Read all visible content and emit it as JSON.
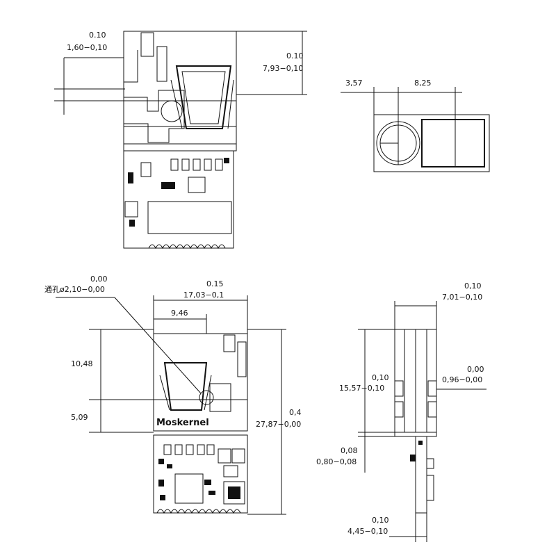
{
  "top_left_view": {
    "dim_upper": "0.10",
    "dim_lower": "1,60−0,10",
    "dim_right_upper": "0.10",
    "dim_right_lower": "7,93−0,10"
  },
  "end_view": {
    "dim_left": "3,57",
    "dim_right": "8,25"
  },
  "front_view": {
    "hole_upper": "0,00",
    "hole_lower": "通孔ø2,10−0,00",
    "width_upper": "0.15",
    "width_lower": "17,03−0,1",
    "dim_946": "9,46",
    "dim_1048": "10,48",
    "dim_509": "5,09",
    "height_upper": "0,4",
    "height_lower": "27,87−0,00",
    "brand": "Moskernel"
  },
  "side_view": {
    "top_upper": "0,10",
    "top_lower": "7,01−0,10",
    "left_upper": "0,10",
    "left_lower": "15,57−0,10",
    "right_upper": "0,00",
    "right_lower": "0,96−0,00",
    "mid_upper": "0,08",
    "mid_lower": "0,80−0,08",
    "bottom_upper": "0,10",
    "bottom_lower": "4,45−0,10"
  }
}
